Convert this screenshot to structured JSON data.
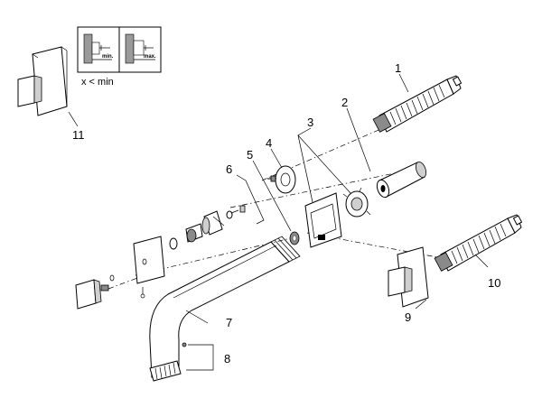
{
  "callouts": {
    "p1": "1",
    "p2": "2",
    "p3": "3",
    "p4": "4",
    "p5": "5",
    "p6": "6",
    "p7": "7",
    "p8": "8",
    "p9": "9",
    "p10": "10",
    "p11": "11"
  },
  "inset": {
    "min_label": "min.",
    "max_label": "max.",
    "condition": "x < min"
  }
}
